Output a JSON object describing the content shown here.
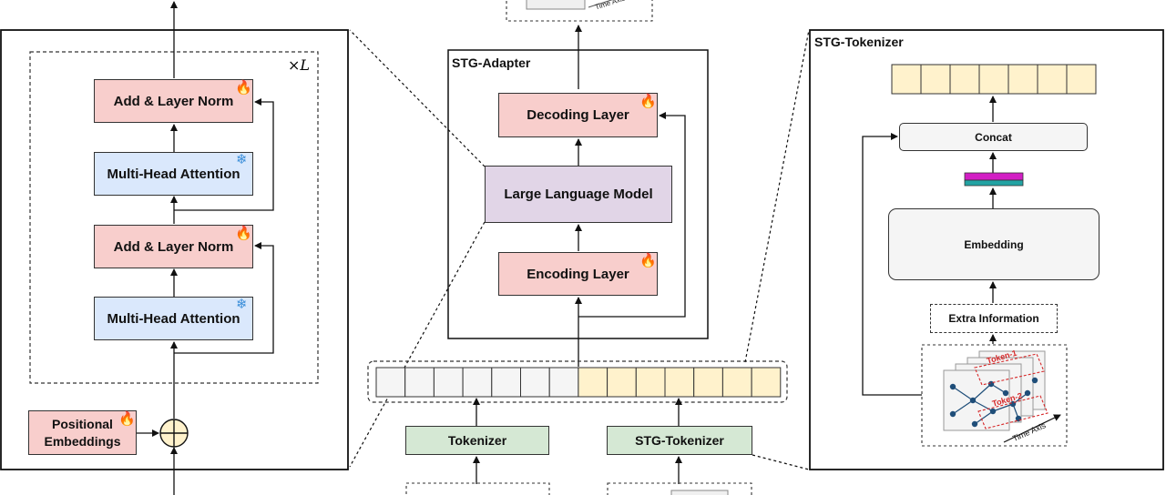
{
  "transformer": {
    "repeat_label": "×L",
    "add_norm_label": "Add & Layer Norm",
    "mha_label": "Multi-Head Attention",
    "positional_label_line1": "Positional",
    "positional_label_line2": "Embeddings"
  },
  "adapter": {
    "title": "STG-Adapter",
    "decoding_label": "Decoding Layer",
    "llm_label": "Large Language Model",
    "encoding_label": "Encoding Layer"
  },
  "inputs": {
    "tokenizer_label": "Tokenizer",
    "stg_tokenizer_label": "STG-Tokenizer",
    "token_cells_grey": 7,
    "token_cells_yellow": 7,
    "time_axis_top": "Time Axis"
  },
  "stg_tokenizer": {
    "title": "STG-Tokenizer",
    "concat_label": "Concat",
    "embedding_label": "Embedding",
    "extra_info_label": "Extra Information",
    "output_cells": 7,
    "token1_label": "Token-1",
    "token2_label": "Token-2",
    "time_axis_label": "Time Axis"
  },
  "colors": {
    "pink": "#f8cecc",
    "blue": "#dae8fc",
    "green": "#d5e8d4",
    "purple": "#e1d5e7",
    "yellow": "#fff2cc",
    "grey": "#f5f5f5",
    "magenta_palette": [
      "#5c0040",
      "#8e0a73",
      "#b014a0",
      "#d21fc4",
      "#e55fd8",
      "#f09be6",
      "#f8ccf2"
    ],
    "teal_palette": [
      "#005a5a",
      "#00807f",
      "#00a3a3",
      "#22c3c3",
      "#66dcdc",
      "#a3ecec",
      "#d4f8f8"
    ]
  },
  "icons": {
    "trainable": "fire-icon",
    "frozen": "snowflake-icon"
  }
}
